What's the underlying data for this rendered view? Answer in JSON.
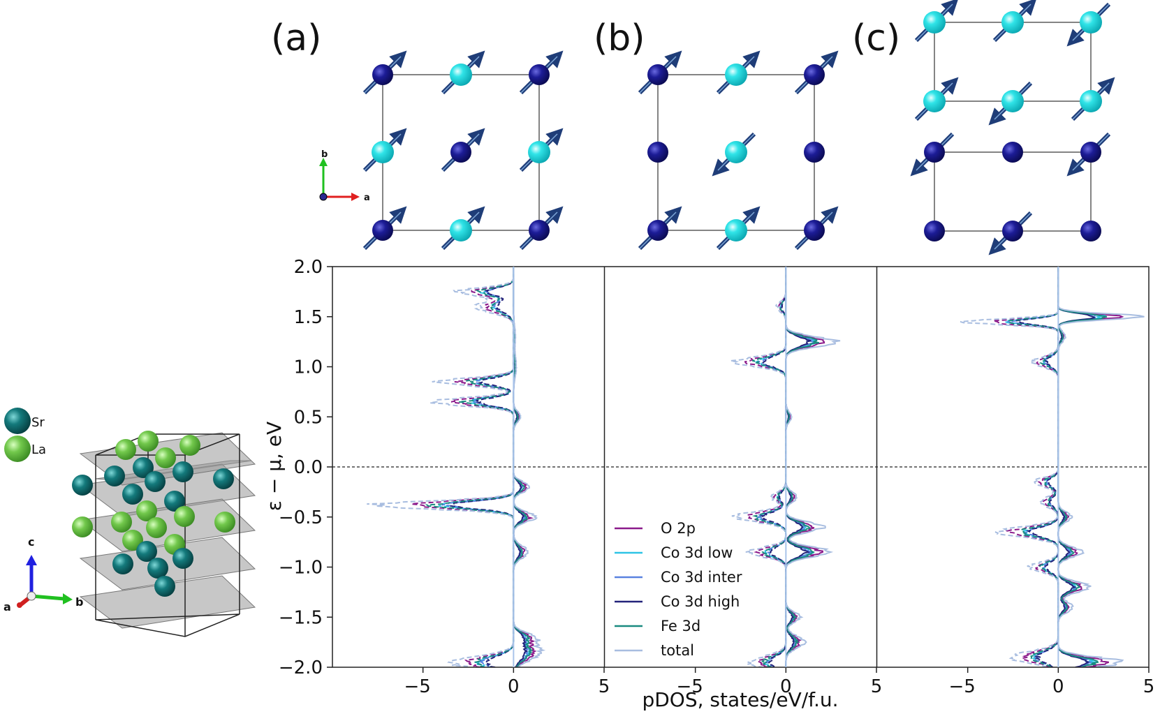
{
  "panels": [
    {
      "label": "(a)",
      "spins": [
        {
          "type": "dark",
          "dir": "up"
        },
        {
          "type": "light",
          "dir": "up"
        },
        {
          "type": "dark",
          "dir": "up"
        },
        {
          "type": "light",
          "dir": "up"
        },
        {
          "type": "dark",
          "dir": "up"
        },
        {
          "type": "light",
          "dir": "up"
        },
        {
          "type": "dark",
          "dir": "up"
        },
        {
          "type": "light",
          "dir": "up"
        },
        {
          "type": "dark",
          "dir": "up"
        }
      ]
    },
    {
      "label": "(b)",
      "spins": [
        {
          "type": "dark",
          "dir": "up"
        },
        {
          "type": "light",
          "dir": "up"
        },
        {
          "type": "dark",
          "dir": "up"
        },
        {
          "type": "dark",
          "dir": "none"
        },
        {
          "type": "light",
          "dir": "down"
        },
        {
          "type": "dark",
          "dir": "none"
        },
        {
          "type": "dark",
          "dir": "up"
        },
        {
          "type": "light",
          "dir": "up"
        },
        {
          "type": "dark",
          "dir": "up"
        }
      ]
    },
    {
      "label": "(c)",
      "spins": [
        {
          "type": "light",
          "dir": "up"
        },
        {
          "type": "light",
          "dir": "up"
        },
        {
          "type": "light",
          "dir": "down"
        },
        {
          "type": "light",
          "dir": "up"
        },
        {
          "type": "light",
          "dir": "down"
        },
        {
          "type": "light",
          "dir": "up"
        },
        {
          "type": "dark",
          "dir": "down"
        },
        {
          "type": "dark",
          "dir": "none"
        },
        {
          "type": "dark",
          "dir": "down"
        },
        {
          "type": "dark",
          "dir": "none"
        },
        {
          "type": "dark",
          "dir": "down"
        },
        {
          "type": "dark",
          "dir": "none"
        }
      ]
    }
  ],
  "lattice_axes": {
    "a": "a",
    "b": "b"
  },
  "structure": {
    "legend": [
      {
        "label": "Sr",
        "color": "#0f6b6e"
      },
      {
        "label": "La",
        "color": "#6cc04a"
      }
    ],
    "axes": {
      "a": "a",
      "b": "b",
      "c": "c"
    }
  },
  "colors": {
    "Co_high_atom": "#1a1a8c",
    "Co_low_atom": "#22dbe0",
    "spin_arrow": "#1f3d78"
  },
  "chart_data": {
    "type": "line",
    "ylabel": "ε − μ, eV",
    "xlabel": "pDOS, states/eV/f.u.",
    "ylim": [
      -2.0,
      2.0
    ],
    "yticks": [
      "-2.0",
      "-1.5",
      "-1.0",
      "-0.5",
      "0.0",
      "0.5",
      "1.0",
      "1.5",
      "2.0"
    ],
    "subplot_xlim": [
      -10,
      5
    ],
    "subplot_xticks": [
      "-5",
      "0",
      "5"
    ],
    "fermi_level": 0.0,
    "legend_position": "lower-left of middle panel",
    "series_legend": [
      {
        "name": "O 2p",
        "color": "#8b1a8b"
      },
      {
        "name": "Co 3d low",
        "color": "#2ec4e6"
      },
      {
        "name": "Co 3d inter",
        "color": "#5a82e0"
      },
      {
        "name": "Co 3d high",
        "color": "#23237a"
      },
      {
        "name": "Fe 3d",
        "color": "#1a8a80"
      },
      {
        "name": "total",
        "color": "#a8bde0"
      }
    ],
    "subplots": [
      {
        "label": "(a)",
        "up_peaks": [
          [
            -1.85,
            1.5,
            0.08
          ],
          [
            -1.7,
            1.0,
            0.05
          ],
          [
            -0.85,
            0.8,
            0.06
          ],
          [
            -0.5,
            1.2,
            0.05
          ],
          [
            -0.2,
            0.9,
            0.05
          ],
          [
            0.5,
            0.4,
            0.05
          ],
          [
            1.0,
            0.15,
            0.1
          ],
          [
            1.3,
            0.1,
            0.1
          ]
        ],
        "down_peaks": [
          [
            -1.95,
            3.5,
            0.06
          ],
          [
            -0.38,
            7.5,
            0.04
          ],
          [
            0.65,
            4.5,
            0.04
          ],
          [
            0.85,
            4.0,
            0.04
          ],
          [
            1.6,
            2.0,
            0.06
          ],
          [
            1.75,
            3.0,
            0.04
          ]
        ]
      },
      {
        "label": "(b)",
        "up_peaks": [
          [
            -1.75,
            1.0,
            0.06
          ],
          [
            -1.5,
            0.8,
            0.05
          ],
          [
            -0.85,
            2.5,
            0.05
          ],
          [
            -0.6,
            2.0,
            0.05
          ],
          [
            -0.3,
            0.6,
            0.05
          ],
          [
            1.25,
            2.8,
            0.05
          ],
          [
            0.5,
            0.3,
            0.05
          ]
        ],
        "down_peaks": [
          [
            -1.95,
            2.0,
            0.06
          ],
          [
            -0.5,
            2.8,
            0.05
          ],
          [
            -0.85,
            2.0,
            0.05
          ],
          [
            -0.3,
            0.8,
            0.05
          ],
          [
            1.05,
            2.8,
            0.05
          ],
          [
            1.6,
            0.5,
            0.05
          ]
        ]
      },
      {
        "label": "(c)",
        "up_peaks": [
          [
            -1.95,
            3.5,
            0.05
          ],
          [
            -1.4,
            0.8,
            0.05
          ],
          [
            -1.2,
            1.8,
            0.05
          ],
          [
            -0.85,
            1.3,
            0.05
          ],
          [
            -0.5,
            0.7,
            0.05
          ],
          [
            1.5,
            4.5,
            0.03
          ],
          [
            1.3,
            0.4,
            0.05
          ]
        ],
        "down_peaks": [
          [
            -1.9,
            2.5,
            0.06
          ],
          [
            -1.0,
            1.6,
            0.05
          ],
          [
            -0.65,
            3.5,
            0.05
          ],
          [
            -0.35,
            1.0,
            0.05
          ],
          [
            -0.15,
            1.3,
            0.05
          ],
          [
            1.05,
            1.5,
            0.05
          ],
          [
            1.45,
            5.0,
            0.03
          ]
        ]
      }
    ]
  }
}
